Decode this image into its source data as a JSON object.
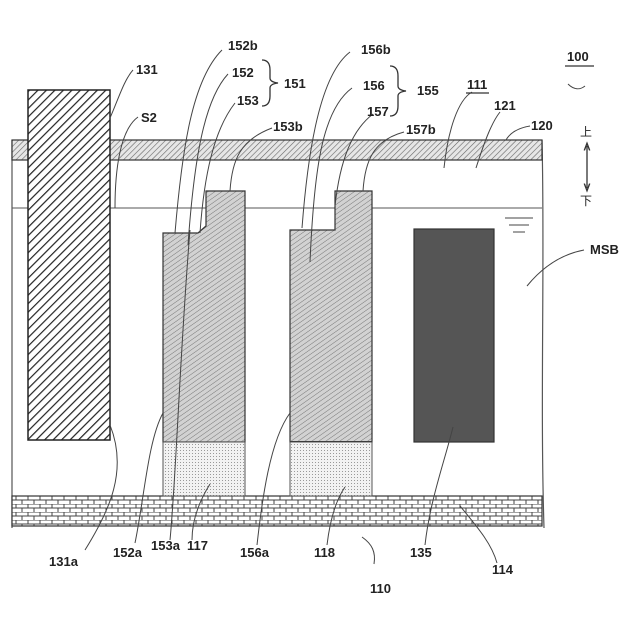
{
  "labels": {
    "l100": "100",
    "l110": "110",
    "l111": "111",
    "l114": "114",
    "l117": "117",
    "l118": "118",
    "l120": "120",
    "l121": "121",
    "l131": "131",
    "l131a": "131a",
    "l135": "135",
    "l151": "151",
    "l152": "152",
    "l152a": "152a",
    "l152b": "152b",
    "l153": "153",
    "l153a": "153a",
    "l153b": "153b",
    "l155": "155",
    "l156": "156",
    "l156a": "156a",
    "l156b": "156b",
    "l157": "157",
    "l157b": "157b",
    "lS2": "S2",
    "lMSB": "MSB"
  },
  "direction": {
    "up": "上",
    "down": "下"
  },
  "colors": {
    "ink": "#333333",
    "dark_block": "#555555",
    "hatch_bg": "#dedede",
    "dots": "#999999"
  }
}
